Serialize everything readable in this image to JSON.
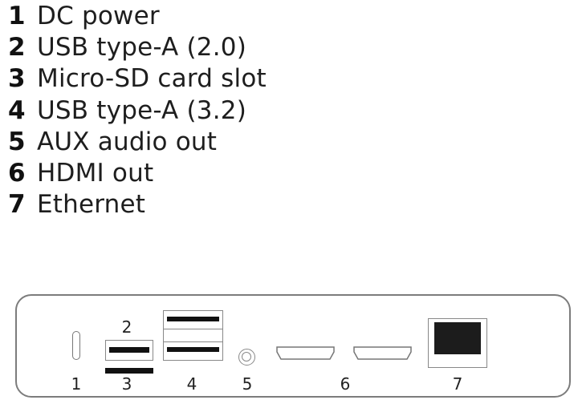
{
  "legend": {
    "items": [
      {
        "number": "1",
        "label": "DC power"
      },
      {
        "number": "2",
        "label": "USB type-A (2.0)"
      },
      {
        "number": "3",
        "label": "Micro-SD card slot"
      },
      {
        "number": "4",
        "label": "USB type-A (3.2)"
      },
      {
        "number": "5",
        "label": "AUX audio out"
      },
      {
        "number": "6",
        "label": "HDMI out"
      },
      {
        "number": "7",
        "label": "Ethernet"
      }
    ]
  },
  "panel": {
    "port_labels": {
      "dc_power": "1",
      "usb2": "2",
      "microsd": "3",
      "usb3": "4",
      "aux": "5",
      "hdmi": "6",
      "ethernet": "7"
    },
    "icons": {
      "dc_power": "dc-power-port-icon",
      "usb2": "usb-a-port-icon",
      "microsd": "microsd-slot-icon",
      "usb3": "dual-usb-a-port-icon",
      "aux": "audio-jack-icon",
      "hdmi": "hdmi-port-icon",
      "ethernet": "ethernet-port-icon"
    },
    "colors": {
      "outline": "#7c7c7c",
      "port_fill": "#111111",
      "background": "#ffffff"
    }
  }
}
